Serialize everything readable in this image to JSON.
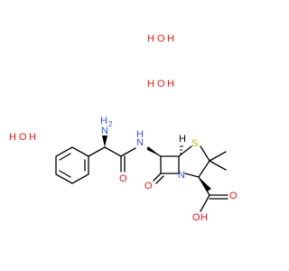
{
  "molecule": {
    "waters": [
      {
        "h": "H",
        "o": "O",
        "h2": "H"
      },
      {
        "h": "H",
        "o": "O",
        "h2": "H"
      },
      {
        "h": "H",
        "o": "O",
        "h2": "H"
      }
    ],
    "labels": {
      "amine_h": "H",
      "amine_n": "N",
      "amine_sub": "2",
      "amide_n": "N",
      "amide_h": "H",
      "amide_o": "O",
      "lactam_o": "O",
      "ring_n": "N",
      "sulfur": "S",
      "bridge_h": "H",
      "acid_o": "O",
      "acid_oh_o": "O",
      "acid_oh_h": "H"
    },
    "colors": {
      "bond": "#000000",
      "nitrogen": "#3050f8",
      "oxygen": "#ff0d0d",
      "sulfur": "#b8b800",
      "hydrogen_on_heteroatom": "#ff0d0d"
    }
  }
}
